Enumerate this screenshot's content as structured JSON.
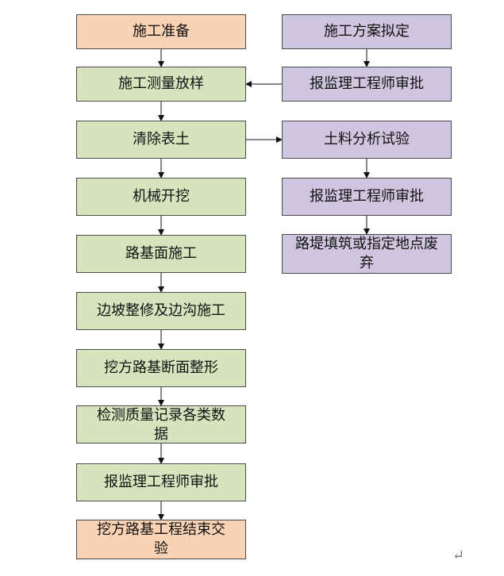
{
  "left_column": [
    {
      "id": "L1",
      "label": "施工准备",
      "color": "orange"
    },
    {
      "id": "L2",
      "label": "施工测量放样",
      "color": "green"
    },
    {
      "id": "L3",
      "label": "清除表土",
      "color": "green"
    },
    {
      "id": "L4",
      "label": "机械开挖",
      "color": "green"
    },
    {
      "id": "L5",
      "label": "路基面施工",
      "color": "green"
    },
    {
      "id": "L6",
      "label": "边坡整修及边沟施工",
      "color": "green"
    },
    {
      "id": "L7",
      "label": "挖方路基断面整形",
      "color": "green"
    },
    {
      "id": "L8",
      "label": "检测质量记录各类数据",
      "color": "green"
    },
    {
      "id": "L9",
      "label": "报监理工程师审批",
      "color": "green"
    },
    {
      "id": "L10",
      "label": "挖方路基工程结束交验",
      "color": "orange"
    }
  ],
  "right_column": [
    {
      "id": "R1",
      "label": "施工方案拟定",
      "color": "purple"
    },
    {
      "id": "R2",
      "label": "报监理工程师审批",
      "color": "purple"
    },
    {
      "id": "R3",
      "label": "土料分析试验",
      "color": "purple"
    },
    {
      "id": "R4",
      "label": "报监理工程师审批",
      "color": "purple"
    },
    {
      "id": "R5",
      "label": "路堤填筑或指定地点废弃",
      "color": "purple"
    }
  ],
  "edges": [
    [
      "L1",
      "L2"
    ],
    [
      "L2",
      "L3"
    ],
    [
      "L3",
      "L4"
    ],
    [
      "L4",
      "L5"
    ],
    [
      "L5",
      "L6"
    ],
    [
      "L6",
      "L7"
    ],
    [
      "L7",
      "L8"
    ],
    [
      "L8",
      "L9"
    ],
    [
      "L9",
      "L10"
    ],
    [
      "R1",
      "R2"
    ],
    [
      "R2",
      "L2"
    ],
    [
      "L3",
      "R3"
    ],
    [
      "R3",
      "R4"
    ],
    [
      "R4",
      "R5"
    ]
  ],
  "colors": {
    "orange": "#fad3b5",
    "green": "#d6e3bd",
    "purple": "#cec6de",
    "border": "#4a4a4a"
  },
  "return_mark": "↵"
}
